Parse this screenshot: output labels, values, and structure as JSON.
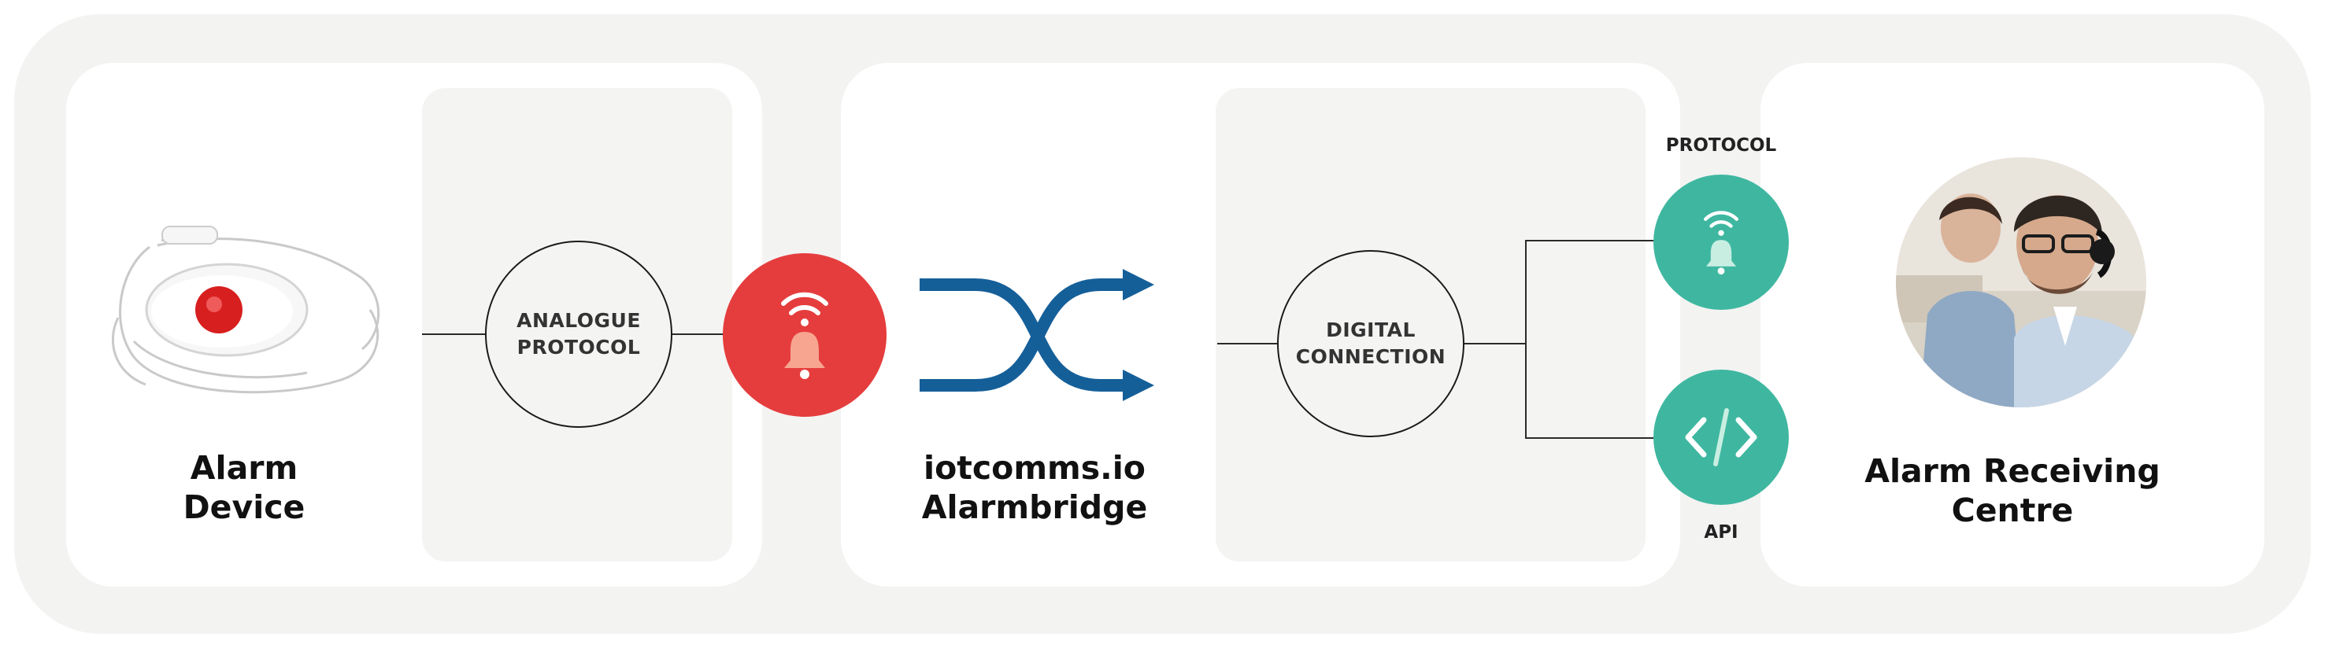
{
  "colors": {
    "background_outer": "#f3f3f2",
    "panel": "#ffffff",
    "alarm_red": "#e53d3d",
    "teal": "#3fb7a0",
    "bridge_blue": "#155f99",
    "text": "#111111"
  },
  "device": {
    "title_line1": "Alarm",
    "title_line2": "Device",
    "image": "personal-alarm-pendant-icon"
  },
  "analogue": {
    "line1": "ANALOGUE",
    "line2": "PROTOCOL"
  },
  "red_icon": "wifi-bell-icon",
  "bridge": {
    "icon": "shuffle-arrows-icon",
    "title_line1": "iotcomms.io",
    "title_line2": "Alarmbridge"
  },
  "digital": {
    "line1": "DIGITAL",
    "line2": "CONNECTION"
  },
  "outputs": {
    "protocol_label": "PROTOCOL",
    "protocol_icon": "wifi-bell-icon",
    "api_label": "API",
    "api_icon": "code-brackets-icon"
  },
  "arc": {
    "title_line1": "Alarm Receiving",
    "title_line2": "Centre",
    "image": "call-centre-operators-photo"
  }
}
